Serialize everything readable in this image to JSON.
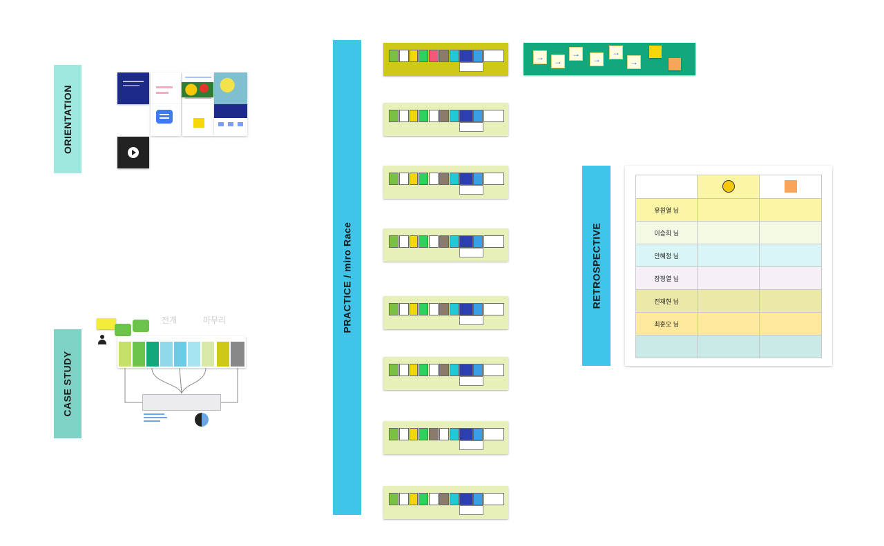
{
  "sections": {
    "orientation": "ORIENTATION",
    "case_study": "CASE STUDY",
    "practice": "PRACTICE / miro Race",
    "retrospective": "RETROSPECTIVE"
  },
  "case_study": {
    "top_labels": [
      "전개",
      "마무리"
    ]
  },
  "retro_table": {
    "names": [
      "유원열 님",
      "이승희 님",
      "안혜정 님",
      "장정열 님",
      "전재현 님",
      "최훈오 님",
      ""
    ],
    "row_colors": [
      "#fdf5a6",
      "#f4f9e6",
      "#daf5f5",
      "#f6eff8",
      "#ece9a8",
      "#fde89e",
      "#c9eae7"
    ]
  },
  "colors": {
    "orientation_label": "#9ee8e0",
    "case_label": "#7ed2c6",
    "practice_label": "#3fc4ea",
    "retro_label": "#3fc4ea",
    "race_bg": "#e6f0b8",
    "race_active_bg": "#cdc916",
    "arrow_board_bg": "#12a87e"
  },
  "icons": [
    "person-icon",
    "chat-icon",
    "play-icon",
    "arrow-right-icon",
    "emoji-icon"
  ]
}
